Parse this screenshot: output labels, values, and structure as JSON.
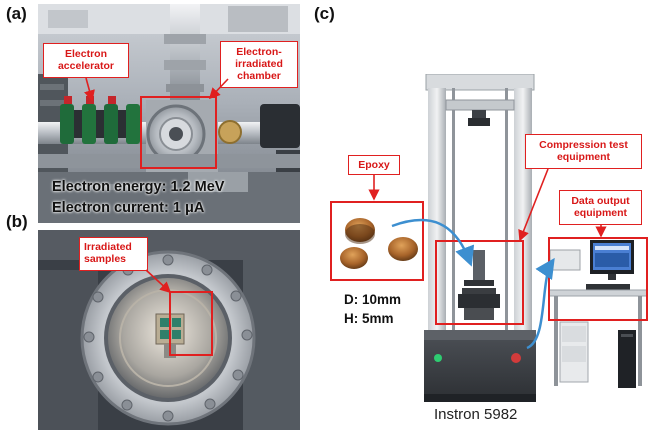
{
  "panels": {
    "a": "(a)",
    "b": "(b)",
    "c": "(c)"
  },
  "panel_a": {
    "callout_accelerator": "Electron accelerator",
    "callout_chamber": "Electron-irradiated chamber",
    "energy_text": "Electron energy: 1.2 MeV",
    "current_text": "Electron current: 1 μA"
  },
  "panel_b": {
    "callout_samples": "Irradiated samples"
  },
  "panel_c": {
    "callout_epoxy": "Epoxy",
    "callout_compression": "Compression test equipment",
    "callout_data": "Data output equipment",
    "diameter": "D: 10mm",
    "height": "H: 5mm",
    "machine_caption": "Instron 5982"
  },
  "colors": {
    "accent_red": "#e02020",
    "arrow_blue": "#3d8fd0"
  }
}
